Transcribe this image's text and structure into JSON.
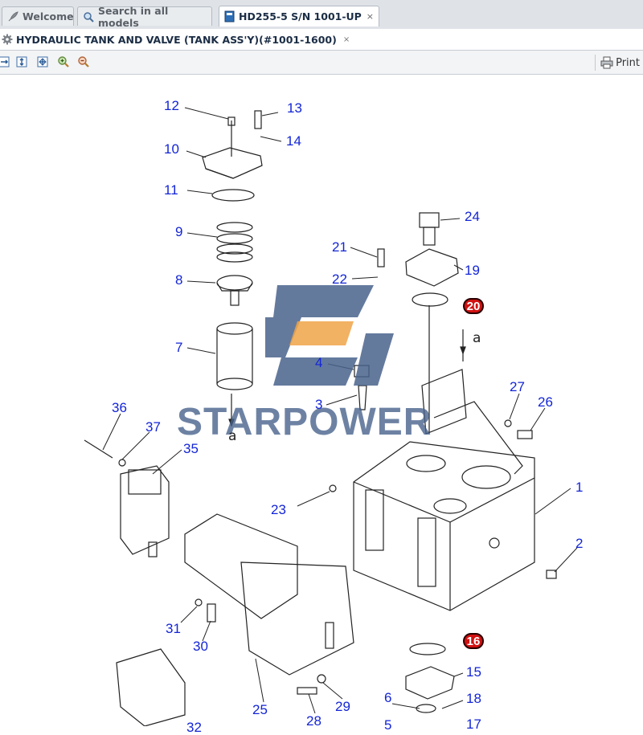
{
  "tabs": [
    {
      "label": "Welcome",
      "icon": "rocket-icon",
      "active": false
    },
    {
      "label": "Search in all models",
      "icon": "magnifier-icon",
      "active": false
    },
    {
      "label": "HD255-5 S/N 1001-UP",
      "icon": "book-icon",
      "active": true,
      "close": "×"
    }
  ],
  "subtab": {
    "label": "HYDRAULIC TANK AND VALVE (TANK ASS'Y)(#1001-1600)",
    "icon": "gear-icon",
    "close": "×"
  },
  "toolbar": {
    "buttons": [
      "fit-width-icon",
      "fit-height-icon",
      "fit-page-icon",
      "zoom-in-icon",
      "zoom-out-icon"
    ],
    "print_label": "Print"
  },
  "diagram": {
    "watermark": "STARPOWER",
    "arrow_label": "a",
    "callouts": [
      "12",
      "13",
      "10",
      "14",
      "11",
      "9",
      "21",
      "24",
      "8",
      "22",
      "19",
      "7",
      "4",
      "3",
      "36",
      "37",
      "35",
      "27",
      "26",
      "1",
      "23",
      "2",
      "31",
      "30",
      "25",
      "6",
      "15",
      "18",
      "29",
      "28",
      "5",
      "17",
      "32"
    ],
    "badges": [
      "20",
      "16"
    ],
    "colors": {
      "callout": "#1325d6",
      "badge": "#d21111",
      "watermark": "#49638c",
      "watermark_accent": "#f0a548"
    }
  }
}
